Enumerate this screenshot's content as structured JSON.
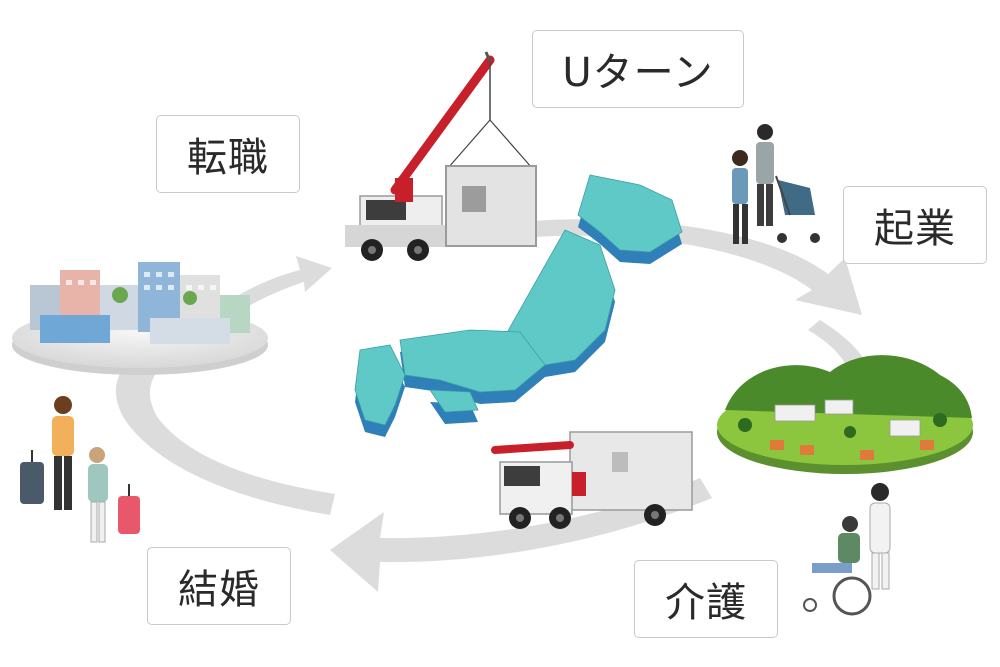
{
  "labels": {
    "uturn": "Uターン",
    "job_change": "転職",
    "startup": "起業",
    "marriage": "結婚",
    "caregiving": "介護"
  },
  "colors": {
    "cycle_arrow": "#dcdcdc",
    "japan_top": "#5ec9c6",
    "japan_side": "#2f7fb8",
    "crane": "#c8202a",
    "truck_cab": "#eeeeee"
  },
  "illustrations": [
    "city-buildings",
    "crane-truck-lifting-container",
    "japan-map",
    "family-with-stroller",
    "rural-village",
    "container-truck",
    "nurse-with-wheelchair",
    "travelers-with-suitcases"
  ]
}
